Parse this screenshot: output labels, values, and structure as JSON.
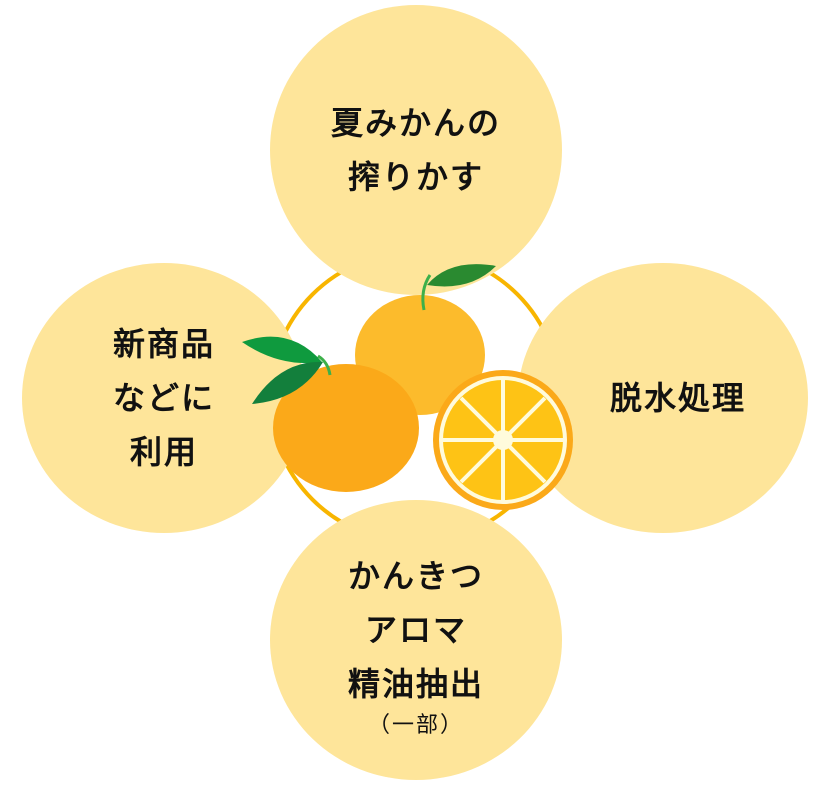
{
  "nodes": {
    "top": {
      "line1": "夏みかんの",
      "line2": "搾りかす"
    },
    "left": {
      "line1": "新商品",
      "line2": "などに",
      "line3": "利用"
    },
    "right": {
      "line1": "脱水処理"
    },
    "bottom": {
      "line1": "かんきつ",
      "line2": "アロマ",
      "line3": "精油抽出",
      "note": "（一部）"
    }
  },
  "colors": {
    "bubble": "#fee59a",
    "ring": "#f8b500",
    "orange": "#fba919",
    "orange_light": "#fcbb2c",
    "leaf": "#1e8a3c"
  }
}
